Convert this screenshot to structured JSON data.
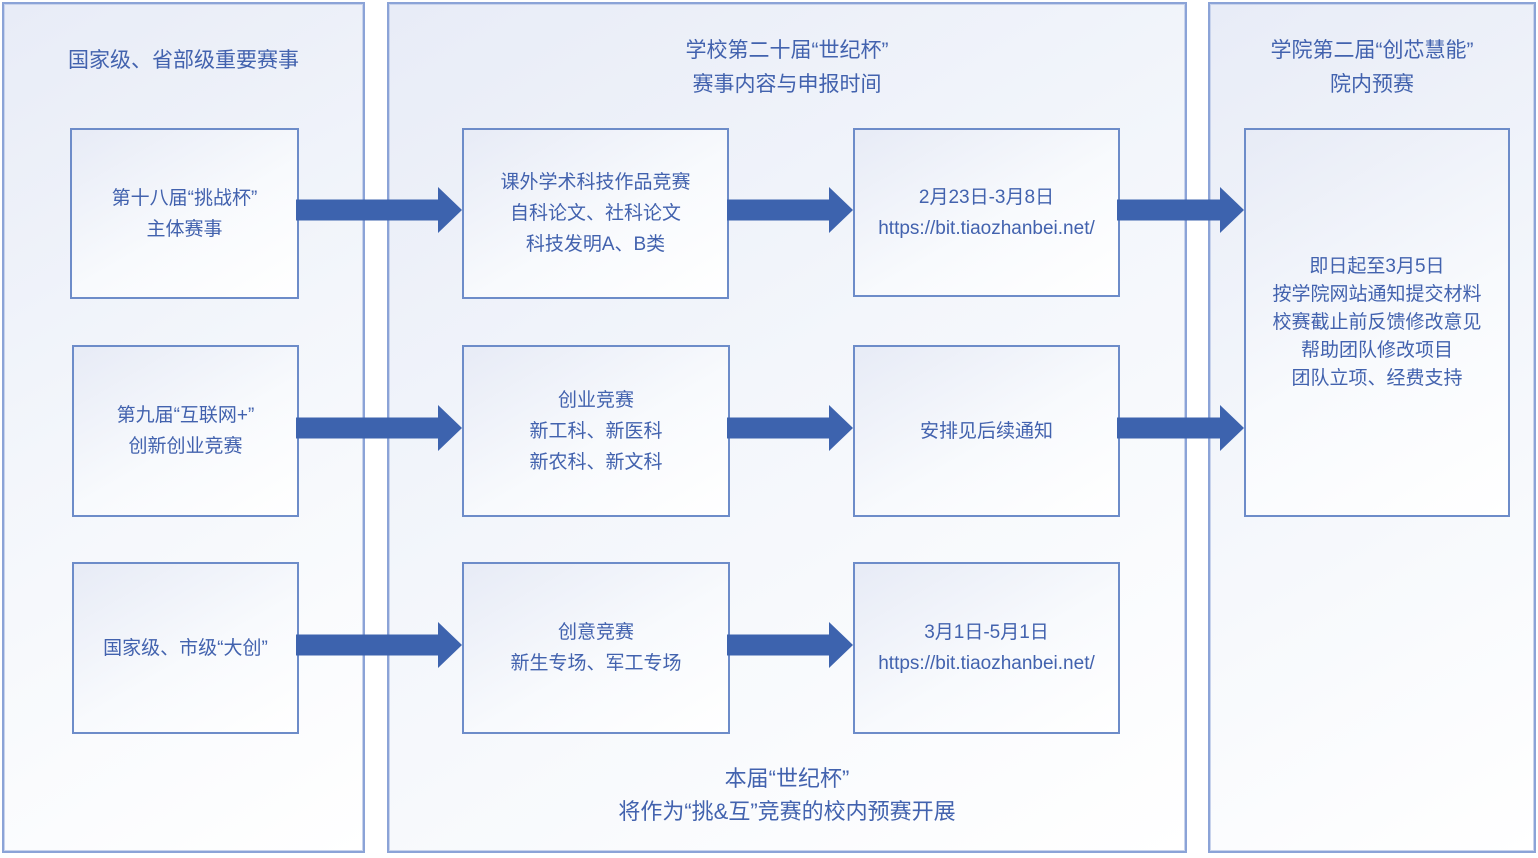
{
  "colors": {
    "accent_text": "#4262ae",
    "arrow_fill": "#3d63ae",
    "panel_border": "#8ba3d7",
    "box_border": "#6d8cc9"
  },
  "left_panel": {
    "title": "国家级、省部级重要赛事",
    "boxes": [
      {
        "lines": [
          "第十八届“挑战杯”",
          "主体赛事"
        ]
      },
      {
        "lines": [
          "第九届“互联网+”",
          "创新创业竞赛"
        ]
      },
      {
        "lines": [
          "国家级、市级“大创”"
        ]
      }
    ]
  },
  "middle_panel": {
    "title_lines": [
      "学校第二十届“世纪杯”",
      "赛事内容与申报时间"
    ],
    "content_boxes": [
      {
        "lines": [
          "课外学术科技作品竞赛",
          "自科论文、社科论文",
          "科技发明A、B类"
        ]
      },
      {
        "lines": [
          "创业竞赛",
          "新工科、新医科",
          "新农科、新文科"
        ]
      },
      {
        "lines": [
          "创意竞赛",
          "新生专场、军工专场"
        ]
      }
    ],
    "schedule_boxes": [
      {
        "lines": [
          "2月23日-3月8日",
          "https://bit.tiaozhanbei.net/"
        ]
      },
      {
        "lines": [
          "安排见后续通知"
        ]
      },
      {
        "lines": [
          "3月1日-5月1日",
          "https://bit.tiaozhanbei.net/"
        ]
      }
    ],
    "footer_lines": [
      "本届“世纪杯”",
      "将作为“挑&互”竞赛的校内预赛开展"
    ]
  },
  "right_panel": {
    "title_lines": [
      "学院第二届“创芯慧能”",
      "院内预赛"
    ],
    "box_lines": [
      "即日起至3月5日",
      "按学院网站通知提交材料",
      "校赛截止前反馈修改意见",
      "帮助团队修改项目",
      "团队立项、经费支持"
    ]
  }
}
